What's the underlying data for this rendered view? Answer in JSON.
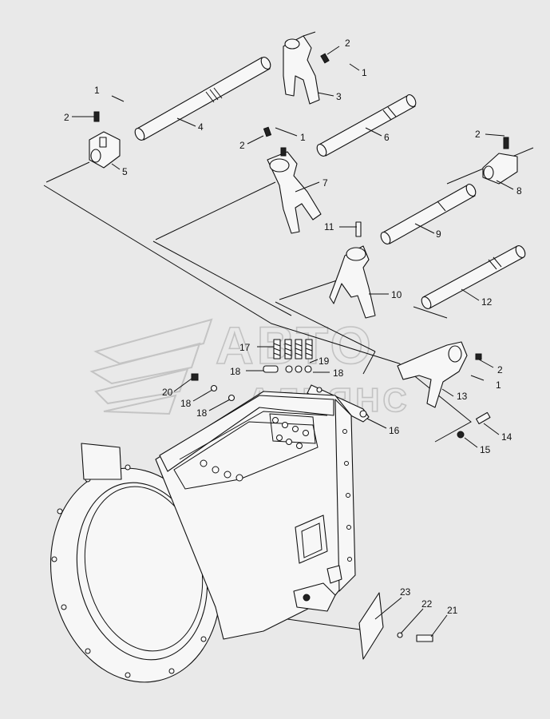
{
  "watermark": {
    "line1": "АВТО",
    "line2": "АЛЬЯНС"
  },
  "callouts": [
    {
      "id": "c1a",
      "text": "1"
    },
    {
      "id": "c2a",
      "text": "2"
    },
    {
      "id": "c3",
      "text": "3"
    },
    {
      "id": "c1b",
      "text": "1"
    },
    {
      "id": "c2b",
      "text": "2"
    },
    {
      "id": "c4",
      "text": "4"
    },
    {
      "id": "c5",
      "text": "5"
    },
    {
      "id": "c2c",
      "text": "2"
    },
    {
      "id": "c1c",
      "text": "1"
    },
    {
      "id": "c6",
      "text": "6"
    },
    {
      "id": "c2d",
      "text": "2"
    },
    {
      "id": "c7",
      "text": "7"
    },
    {
      "id": "c8",
      "text": "8"
    },
    {
      "id": "c11",
      "text": "11"
    },
    {
      "id": "c9",
      "text": "9"
    },
    {
      "id": "c10",
      "text": "10"
    },
    {
      "id": "c12",
      "text": "12"
    },
    {
      "id": "c17",
      "text": "17"
    },
    {
      "id": "c19",
      "text": "19"
    },
    {
      "id": "c18a",
      "text": "18"
    },
    {
      "id": "c18b",
      "text": "18"
    },
    {
      "id": "c20",
      "text": "20"
    },
    {
      "id": "c18c",
      "text": "18"
    },
    {
      "id": "c18d",
      "text": "18"
    },
    {
      "id": "c2e",
      "text": "2"
    },
    {
      "id": "c1d",
      "text": "1"
    },
    {
      "id": "c13",
      "text": "13"
    },
    {
      "id": "c16",
      "text": "16"
    },
    {
      "id": "c14",
      "text": "14"
    },
    {
      "id": "c15",
      "text": "15"
    },
    {
      "id": "c23",
      "text": "23"
    },
    {
      "id": "c22",
      "text": "22"
    },
    {
      "id": "c21",
      "text": "21"
    }
  ],
  "colors": {
    "background": "#e9e9e9",
    "line": "#111111",
    "watermark": "#c4c4c4"
  }
}
